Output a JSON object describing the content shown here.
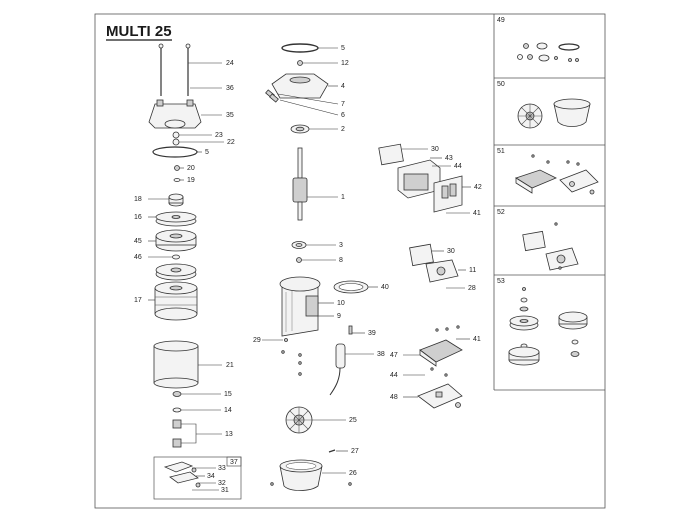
{
  "title": "MULTI 25",
  "callouts": {
    "c24": "24",
    "c36": "36",
    "c35": "35",
    "c23": "23",
    "c22": "22",
    "c5a": "5",
    "c20": "20",
    "c19": "19",
    "c18": "18",
    "c16": "16",
    "c45": "45",
    "c46": "46",
    "c17": "17",
    "c21": "21",
    "c15": "15",
    "c14": "14",
    "c13": "13",
    "c33": "33",
    "c34": "34",
    "c32": "32",
    "c31": "31",
    "c37": "37",
    "c5b": "5",
    "c12": "12",
    "c4": "4",
    "c7": "7",
    "c6": "6",
    "c2": "2",
    "c1": "1",
    "c3": "3",
    "c8": "8",
    "c40": "40",
    "c10": "10",
    "c9": "9",
    "c29": "29",
    "c39": "39",
    "c38": "38",
    "c25": "25",
    "c27": "27",
    "c26": "26",
    "c30a": "30",
    "c43": "43",
    "c44a": "44",
    "c42": "42",
    "c41a": "41",
    "c30b": "30",
    "c11": "11",
    "c28": "28",
    "c41b": "41",
    "c47": "47",
    "c44b": "44",
    "c48": "48"
  },
  "kits": [
    "49",
    "50",
    "51",
    "52",
    "53"
  ]
}
